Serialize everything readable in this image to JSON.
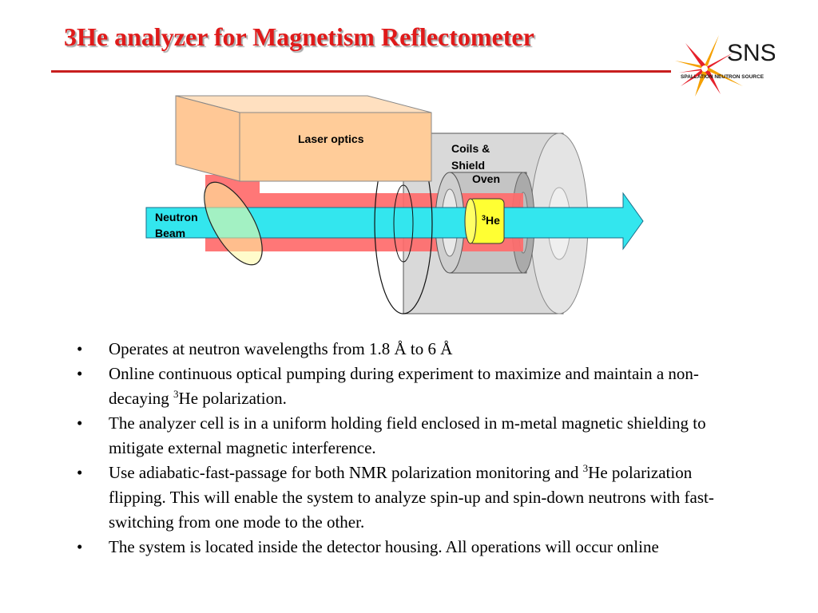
{
  "slide": {
    "title": "3He analyzer for Magnetism Reflectometer"
  },
  "logo": {
    "name": "SNS",
    "subtitle": "SPALLATION NEUTRON SOURCE"
  },
  "diagram": {
    "laser_label": "Laser optics",
    "coils_label_line1": "Coils &",
    "coils_label_line2": "Shield",
    "oven_label": "Oven",
    "cell_label_sup": "3",
    "cell_label": "He",
    "beam_label_line1": "Neutron",
    "beam_label_line2": "Beam"
  },
  "bullets": [
    {
      "text": "Operates at neutron wavelengths from 1.8 Å to 6 Å"
    },
    {
      "pre": "Online continuous optical pumping during experiment to maximize and maintain a non-decaying ",
      "sup": "3",
      "post": "He polarization."
    },
    {
      "text": "The analyzer cell is in a uniform holding field enclosed in m-metal magnetic shielding to mitigate external magnetic interference."
    },
    {
      "pre": "Use adiabatic-fast-passage for both NMR polarization monitoring and ",
      "sup": "3",
      "post": "He polarization flipping. This will enable the system to analyze spin-up and spin-down neutrons with fast-switching from one mode to the other."
    },
    {
      "text": "The system is located inside the detector housing. All operations will occur online"
    }
  ],
  "bullet_char": "•",
  "colors": {
    "title": "#e01a1a",
    "beam": "#33e6ee",
    "laser": "#ff6b6b",
    "optics_box": "#ffcc99",
    "cell": "#ffff33"
  }
}
